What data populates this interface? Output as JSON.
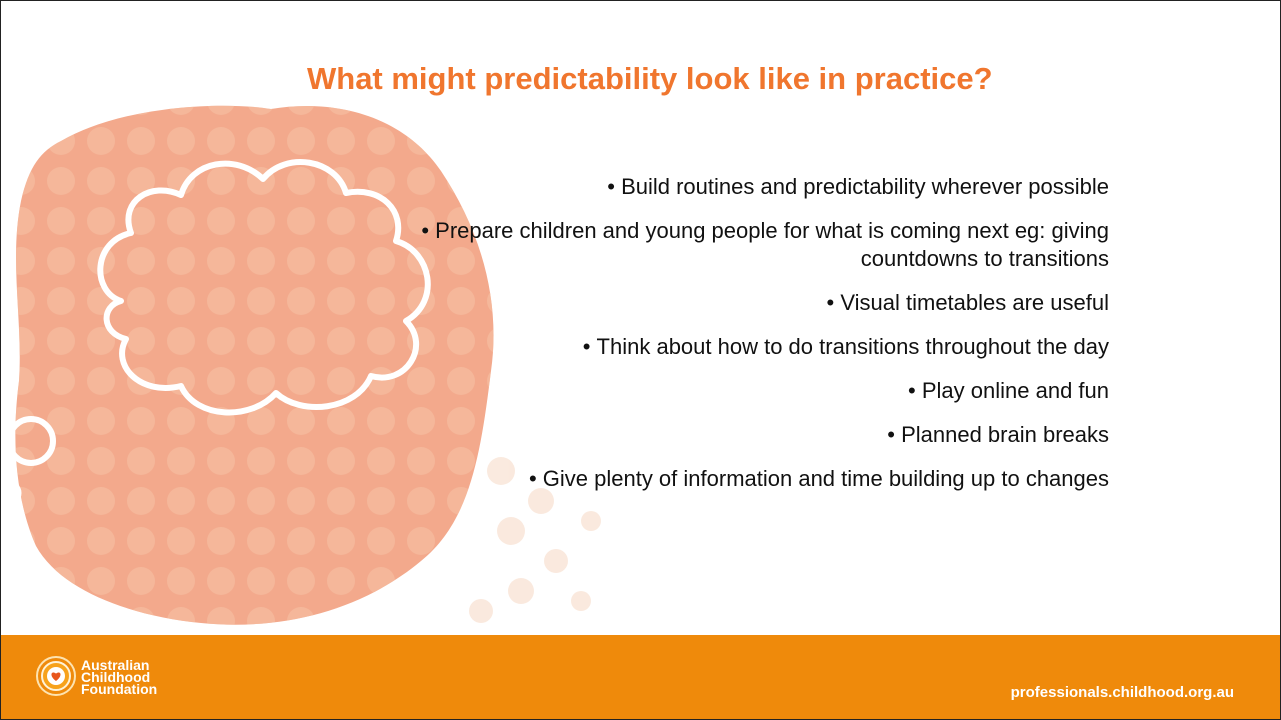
{
  "slide": {
    "title": "What might predictability look like in practice?",
    "bullets": [
      "Build routines and predictability wherever possible",
      "Prepare children and young people for what is coming next eg: giving countdowns to transitions",
      "Visual timetables are useful",
      "Think about how to do transitions throughout the day",
      "Play online and fun",
      "Planned brain breaks",
      "Give plenty of information and time building up to changes"
    ]
  },
  "footer": {
    "logo_lines": [
      "Australian",
      "Childhood",
      "Foundation"
    ],
    "url": "professionals.childhood.org.au"
  },
  "colors": {
    "title": "#f0762e",
    "footer_bg": "#ef8a0b",
    "blob": "#f3a98c",
    "dots": "#f5c3a6"
  },
  "icons": {
    "decoration": "thought-cloud-icon",
    "logo": "heart-sun-logo-icon"
  }
}
